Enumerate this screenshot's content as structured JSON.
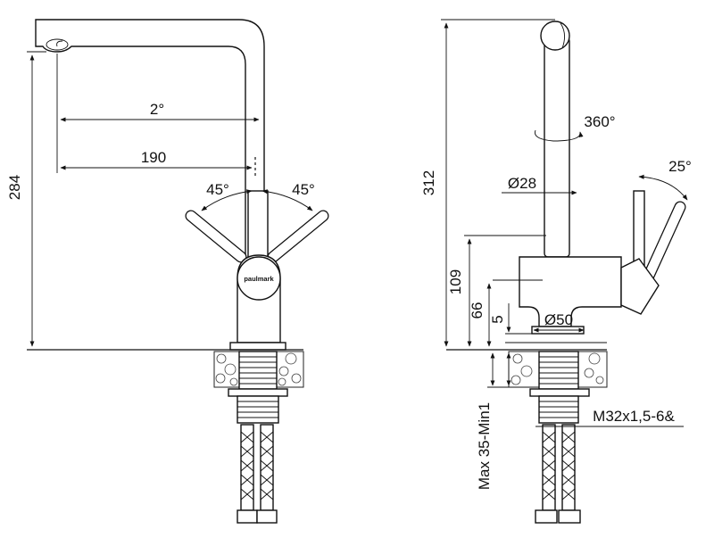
{
  "brand": "paulmark",
  "front_view": {
    "dim_height": "284",
    "dim_reach": "190",
    "dim_angle_top": "2°",
    "handle_angle_left": "45°",
    "handle_angle_right": "45°"
  },
  "side_view": {
    "dim_total_height": "312",
    "swivel_angle": "360°",
    "spout_diameter": "Ø28",
    "handle_angle": "25°",
    "dim_body_height": "109",
    "dim_handle_axis": "66",
    "dim_base": "5",
    "base_diameter": "Ø50",
    "thread_spec": "M32x1,5-6&",
    "counter_thickness": "Max 35-Min1"
  }
}
